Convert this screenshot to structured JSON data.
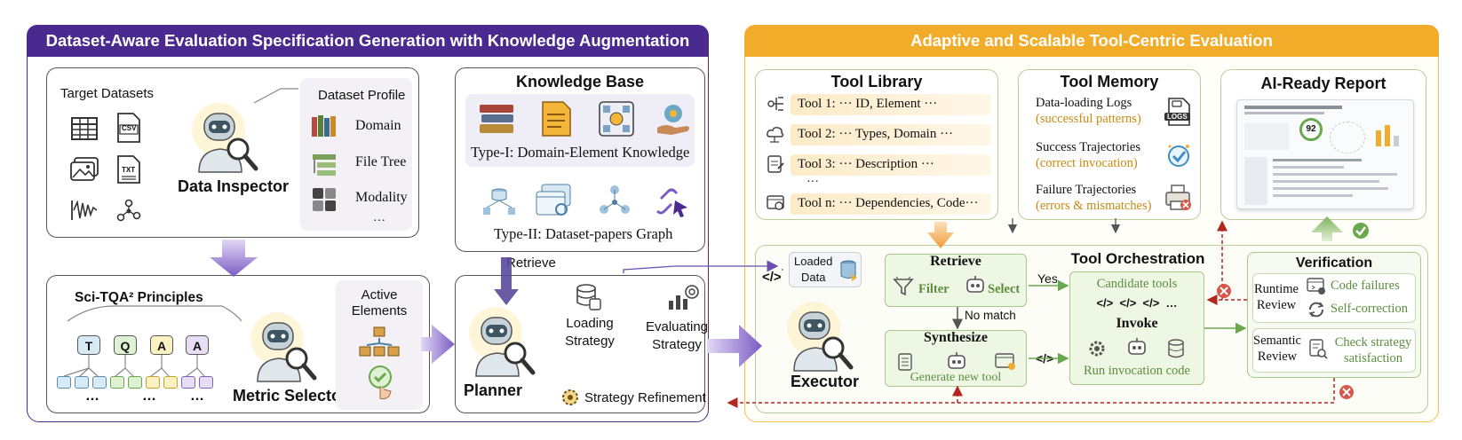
{
  "colors": {
    "left_header": "#4b2a8f",
    "right_header": "#f1ad2a",
    "right_border": "#f1c24a",
    "green_accent": "#6aa84f",
    "dashed_red": "#b3261e",
    "purple_arrow": "#7b5cc4"
  },
  "left_panel": {
    "title": "Dataset-Aware Evaluation Specification Generation with Knowledge Augmentation",
    "inspector_card": {
      "target_label": "Target Datasets",
      "target_icons": [
        "table-icon",
        "csv-file-icon",
        "image-icon",
        "txt-file-icon",
        "waveform-icon",
        "graph-icon"
      ],
      "csv_text": "CSV",
      "txt_text": "TXT",
      "agent_label": "Data Inspector",
      "profile_label": "Dataset Profile",
      "profile_items": [
        "Domain",
        "File Tree",
        "Modality"
      ],
      "profile_more": "…"
    },
    "knowledge_card": {
      "title": "Knowledge Base",
      "type1": "Type-I: Domain-Element Knowledge",
      "type2": "Type-II: Dataset-papers Graph"
    },
    "retrieve_label": "Retrieve",
    "selector_card": {
      "principles_title": "Sci-TQA² Principles",
      "nodes": [
        "T",
        "Q",
        "A",
        "A"
      ],
      "ellipsis": "…",
      "active_label_1": "Active",
      "active_label_2": "Elements",
      "agent_label": "Metric Selector"
    },
    "planner_card": {
      "agent_label": "Planner",
      "loading_1": "Loading",
      "loading_2": "Strategy",
      "evaluating_1": "Evaluating",
      "evaluating_2": "Strategy",
      "refinement": "Strategy Refinement"
    }
  },
  "right_panel": {
    "title": "Adaptive and Scalable Tool-Centric Evaluation",
    "tool_library": {
      "title": "Tool Library",
      "tools": [
        "Tool 1: ··· ID, Element ···",
        "Tool 2: ··· Types, Domain ···",
        "Tool 3: ··· Description ···",
        "···",
        "Tool n: ··· Dependencies, Code···"
      ]
    },
    "tool_memory": {
      "title": "Tool Memory",
      "items": [
        {
          "label": "Data-loading Logs",
          "note": "(successful patterns)"
        },
        {
          "label": "Success Trajectories",
          "note": "(correct invocation)"
        },
        {
          "label": "Failure Trajectories",
          "note": "(errors & mismatches)"
        }
      ],
      "logs_badge": "LOGS"
    },
    "report": {
      "title": "AI-Ready Report",
      "score": "92"
    },
    "executor": {
      "loaded_1": "Loaded",
      "loaded_2": "Data",
      "code_glyph": "</>",
      "agent_label": "Executor"
    },
    "retrieve_box": {
      "title": "Retrieve",
      "filter": "Filter",
      "select": "Select"
    },
    "yes_label": "Yes",
    "no_match_label": "No match",
    "synthesize_box": {
      "title": "Synthesize",
      "caption": "Generate new tool"
    },
    "orchestration": {
      "title": "Tool Orchestration",
      "candidate": "Candidate tools",
      "candidate_glyphs": "</>  </>  </>  …",
      "invoke": "Invoke",
      "run": "Run invocation code"
    },
    "verification": {
      "title": "Verification",
      "runtime_1": "Runtime",
      "runtime_2": "Review",
      "code_failures": "Code failures",
      "self_correction": "Self-correction",
      "semantic_1": "Semantic",
      "semantic_2": "Review",
      "check_1": "Check strategy",
      "check_2": "satisfaction"
    }
  }
}
